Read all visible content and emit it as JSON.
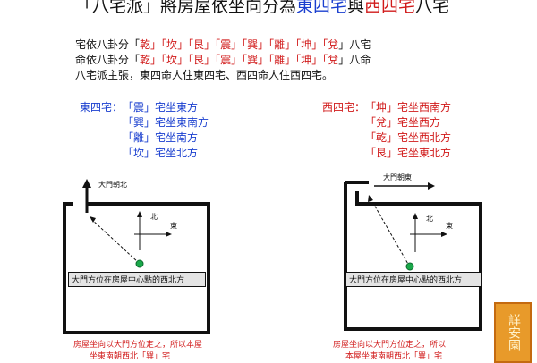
{
  "title": {
    "prefix": "「八宅派」將房屋依坐向分為",
    "east": "東四宅",
    "mid": "與",
    "west": "西四宅",
    "suffix": "八宅"
  },
  "intro": {
    "line1_start": "宅依八卦分「",
    "line1_end": "」八宅",
    "line2_start": "命依八卦分「",
    "line2_end": "」八命",
    "sep": "」「",
    "trigrams": [
      "乾",
      "坎",
      "艮",
      "震",
      "巽",
      "離",
      "坤",
      "兌"
    ],
    "line3": "八宅派主張，東四命人住東四宅、西四命人住西四宅。"
  },
  "east_group": {
    "label": "東四宅：",
    "items": [
      "「震」宅坐東方",
      "「巽」宅坐東南方",
      "「離」宅坐南方",
      "「坎」宅坐北方"
    ]
  },
  "west_group": {
    "label": "西四宅：",
    "items": [
      "「坤」宅坐西南方",
      "「兌」宅坐西方",
      "「乾」宅坐西北方",
      "「艮」宅坐東北方"
    ]
  },
  "diagram_left": {
    "door_label": "大門朝北",
    "north": "北",
    "east": "東",
    "note": "大門方位在房屋中心點的西北方",
    "caption_line1": "房屋坐向以大門方位定之，所以本屋",
    "caption_line2": "坐東南朝西北「巽」宅"
  },
  "diagram_right": {
    "door_label": "大門朝東",
    "north": "北",
    "east": "東",
    "note": "大門方位在房屋中心點的西北方",
    "caption_line1": "房屋坐向以大門方位定之，所以",
    "caption_line2": "本屋坐東南朝西北「巽」宅"
  },
  "seal_text": "詳安園",
  "colors": {
    "blue": "#1a3fcf",
    "red": "#d11a1a",
    "green": "#1aa84a"
  }
}
